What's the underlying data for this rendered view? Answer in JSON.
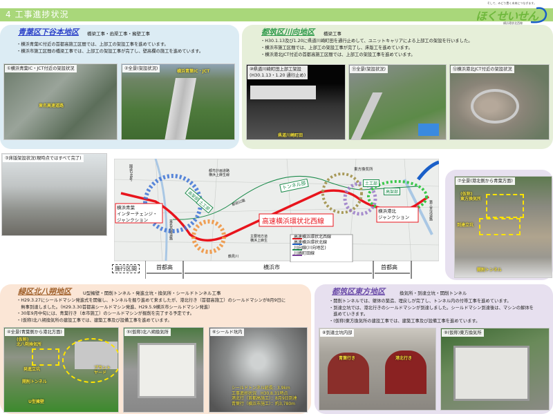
{
  "header": {
    "title": "4 工事進捗状況"
  },
  "logo": {
    "tagline": "そして、みどり豊く未来につなぎます。",
    "name": "ほくせいせん",
    "sub": "横浜環状北西線"
  },
  "aoba": {
    "title": "青葉区下谷本地区",
    "works": "橋梁工事・函渠工事・擁壁工事",
    "bullets": [
      "・横浜青葉IC付近の首都高施工区間では、上部工の架設工事を進めています。",
      "・横浜市施工区間の橋梁工事では、上部工の架設工事が完了し、壁高欄の施工を進めています。"
    ],
    "photos": [
      {
        "caption": "①横浜青葉IC・JCT付近の架設状況",
        "label": "東名高速道路"
      },
      {
        "caption": "②全景(架設状況)",
        "label": "横浜青葉IC・JCT"
      },
      {
        "caption": "③床版架設状況(現時点ではすべて完了)"
      }
    ]
  },
  "tsuzuki_kawamuko": {
    "title": "都筑区川向地区",
    "works": "橋梁工事",
    "bullets": [
      "・H30.1.13及び1.20に県道川崎町田を通行止めして、ユニットキャリアによる上部工の架設を行いました。",
      "・横浜市施工区間では、上部工の架設工事が完了し、床版工を進めています。",
      "・横浜港北JCT付近の首都高施工区間では、上部工の架設工事を進めています。"
    ],
    "photos": [
      {
        "caption": "⑩県道川崎町田上部工架設",
        "caption2": "(H30.1.13・1.20 通行止め)",
        "label": "県道川崎町田"
      },
      {
        "caption": "⑪全景(架設状況)"
      },
      {
        "caption": "⑫横浜港北JCT付近の架設状況"
      }
    ]
  },
  "map": {
    "route_name": "高速横浜環状北西線",
    "aoba_jct": "横浜青葉\nインターチェンジ・\nジャンクション",
    "kohoku_jct": "横浜港北\nジャンクション",
    "tunnel": "トンネル部",
    "bridge": "高架部",
    "earthwork": "土工部",
    "higashikata": "東方換気所",
    "roads": [
      "国道246号",
      "都市計画道路\n横浜上麻生線",
      "東名高速道路",
      "都田公園",
      "主要地方道\n横浜上麻生",
      "鶴見川",
      "第三京浜道路"
    ],
    "legend": [
      {
        "label": "高速横浜環状北西線",
        "color": "#e8141c"
      },
      {
        "label": "高速横浜環状北線",
        "color": "#1a5fc8"
      },
      {
        "label": "川向線(川向地区)",
        "color": "#1a8a4a"
      },
      {
        "label": "川崎町田線",
        "color": "#7a3d9a"
      }
    ],
    "section_label": "施行区間",
    "sections": [
      "首都高",
      "横浜市",
      "首都高"
    ]
  },
  "photo7": {
    "caption": "⑦全景(港北側から青葉方面)",
    "labels": [
      "(仮称)\n東方換気所",
      "到達立坑",
      "開削トンネル"
    ]
  },
  "midori": {
    "title": "緑区北八朔地区",
    "works": "U型擁壁・開削トンネル・発進立坑・換気所・シールドトンネル工事",
    "bullets": [
      "・H29.3.27にシールドマシン発進式を開催し、トンネルを掘り進めて来ましたが、港北行き（首都高施工）のシールドマシンが8月9日に",
      "　無事到達しました。（H29.3.30首都高シールドマシン発進、H29.5.9横浜市シールドマシン発進）",
      "・30年9月中旬には、青葉行き（本市施工）のシールドマシンが掘削を完了する予定です。",
      "・(仮称)北八朔換気所の建設工事では、建築工事及び設備工事を進めています。"
    ],
    "photos": [
      {
        "caption": "④全景(青葉側から港北方面)",
        "labels": [
          "(仮称)\n北八朔換気所",
          "発進立坑",
          "開削トンネル",
          "U型擁壁",
          "プラント\nヤード"
        ]
      },
      {
        "caption": "⑤(仮称)北八朔換気所"
      },
      {
        "caption": "⑥シールド坑内",
        "info": [
          "シールドトンネル延長：3.9km",
          "工事進捗状況　H30.8.31時点",
          "港北行（首都高施工）：8月9日到達",
          "青葉行（横浜市施工）：約3,780m"
        ]
      }
    ]
  },
  "higashikata": {
    "title": "都筑区東方地区",
    "works": "換気所・到達立坑・開削トンネル",
    "bullets": [
      "・開削トンネルでは、躯体の築造、埋戻しが完了し、トンネル内の付帯工事を進めています。",
      "・到達立坑では、港北行きのシールドマシンが到達しました。シールドマシン到達後は、マシンの解体を",
      "　進めていきます。",
      "・(仮称)東方換気所の建設工事では、建築工事及び設備工事を進めています。"
    ],
    "photos": [
      {
        "caption": "⑧到達立坑内部",
        "labels": [
          "青葉行き",
          "港北行き"
        ]
      },
      {
        "caption": "⑨(仮称)東方換気所"
      }
    ]
  },
  "colors": {
    "header": "#a9d77a",
    "aoba_panel": "#dcecf4",
    "kawamuko_panel": "#e6efd9",
    "midori_panel": "#fbe6d6",
    "higashikata_panel": "#e7e0ef"
  }
}
